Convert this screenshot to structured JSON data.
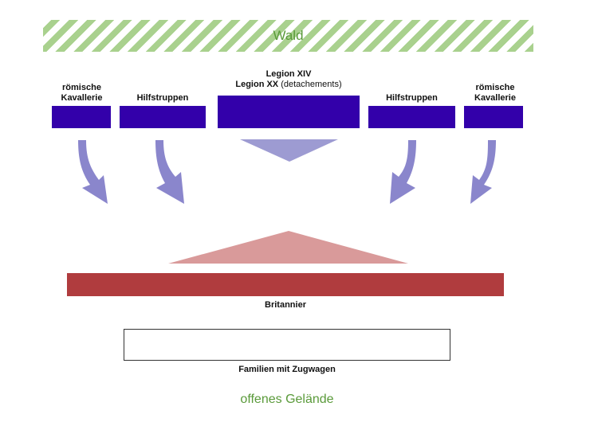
{
  "forest": {
    "label": "Wald"
  },
  "roman_units": {
    "left_cavalry": {
      "line1": "römische",
      "line2": "Kavallerie"
    },
    "left_auxiliaries": {
      "label": "Hilfstruppen"
    },
    "legion": {
      "line1": "Legion XIV",
      "line2_bold": "Legion XX",
      "line2_normal": " (detachements)"
    },
    "right_auxiliaries": {
      "label": "Hilfstruppen"
    },
    "right_cavalry": {
      "line1": "römische",
      "line2": "Kavallerie"
    }
  },
  "britons": {
    "label": "Britannier"
  },
  "families": {
    "label": "Familien mit Zugwagen"
  },
  "open_ground": {
    "label": "offenes Gelände"
  },
  "colors": {
    "roman": "#3300aa",
    "roman_arrow": "#8a86cc",
    "briton": "#b03c3e",
    "briton_wedge": "#d99a9a",
    "forest": "#a9d18e",
    "green_text": "#5a9a3a"
  }
}
